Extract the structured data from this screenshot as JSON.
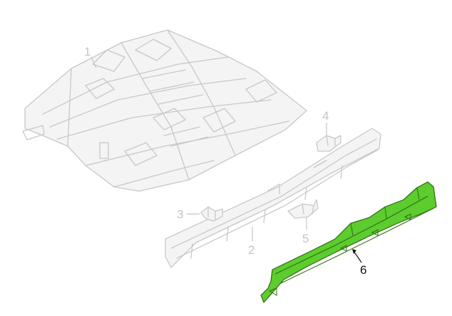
{
  "colors": {
    "highlight": "#5ccc2e",
    "highlight_edge": "#2e6a10",
    "outline": "#c8c8c8",
    "active_label": "#111111",
    "inactive_label": "#c4c4c4"
  },
  "parts": [
    {
      "id": "1",
      "label": "1",
      "highlighted": false
    },
    {
      "id": "2",
      "label": "2",
      "highlighted": false
    },
    {
      "id": "3",
      "label": "3",
      "highlighted": false
    },
    {
      "id": "4",
      "label": "4",
      "highlighted": false
    },
    {
      "id": "5",
      "label": "5",
      "highlighted": false
    },
    {
      "id": "6",
      "label": "6",
      "highlighted": true
    }
  ]
}
